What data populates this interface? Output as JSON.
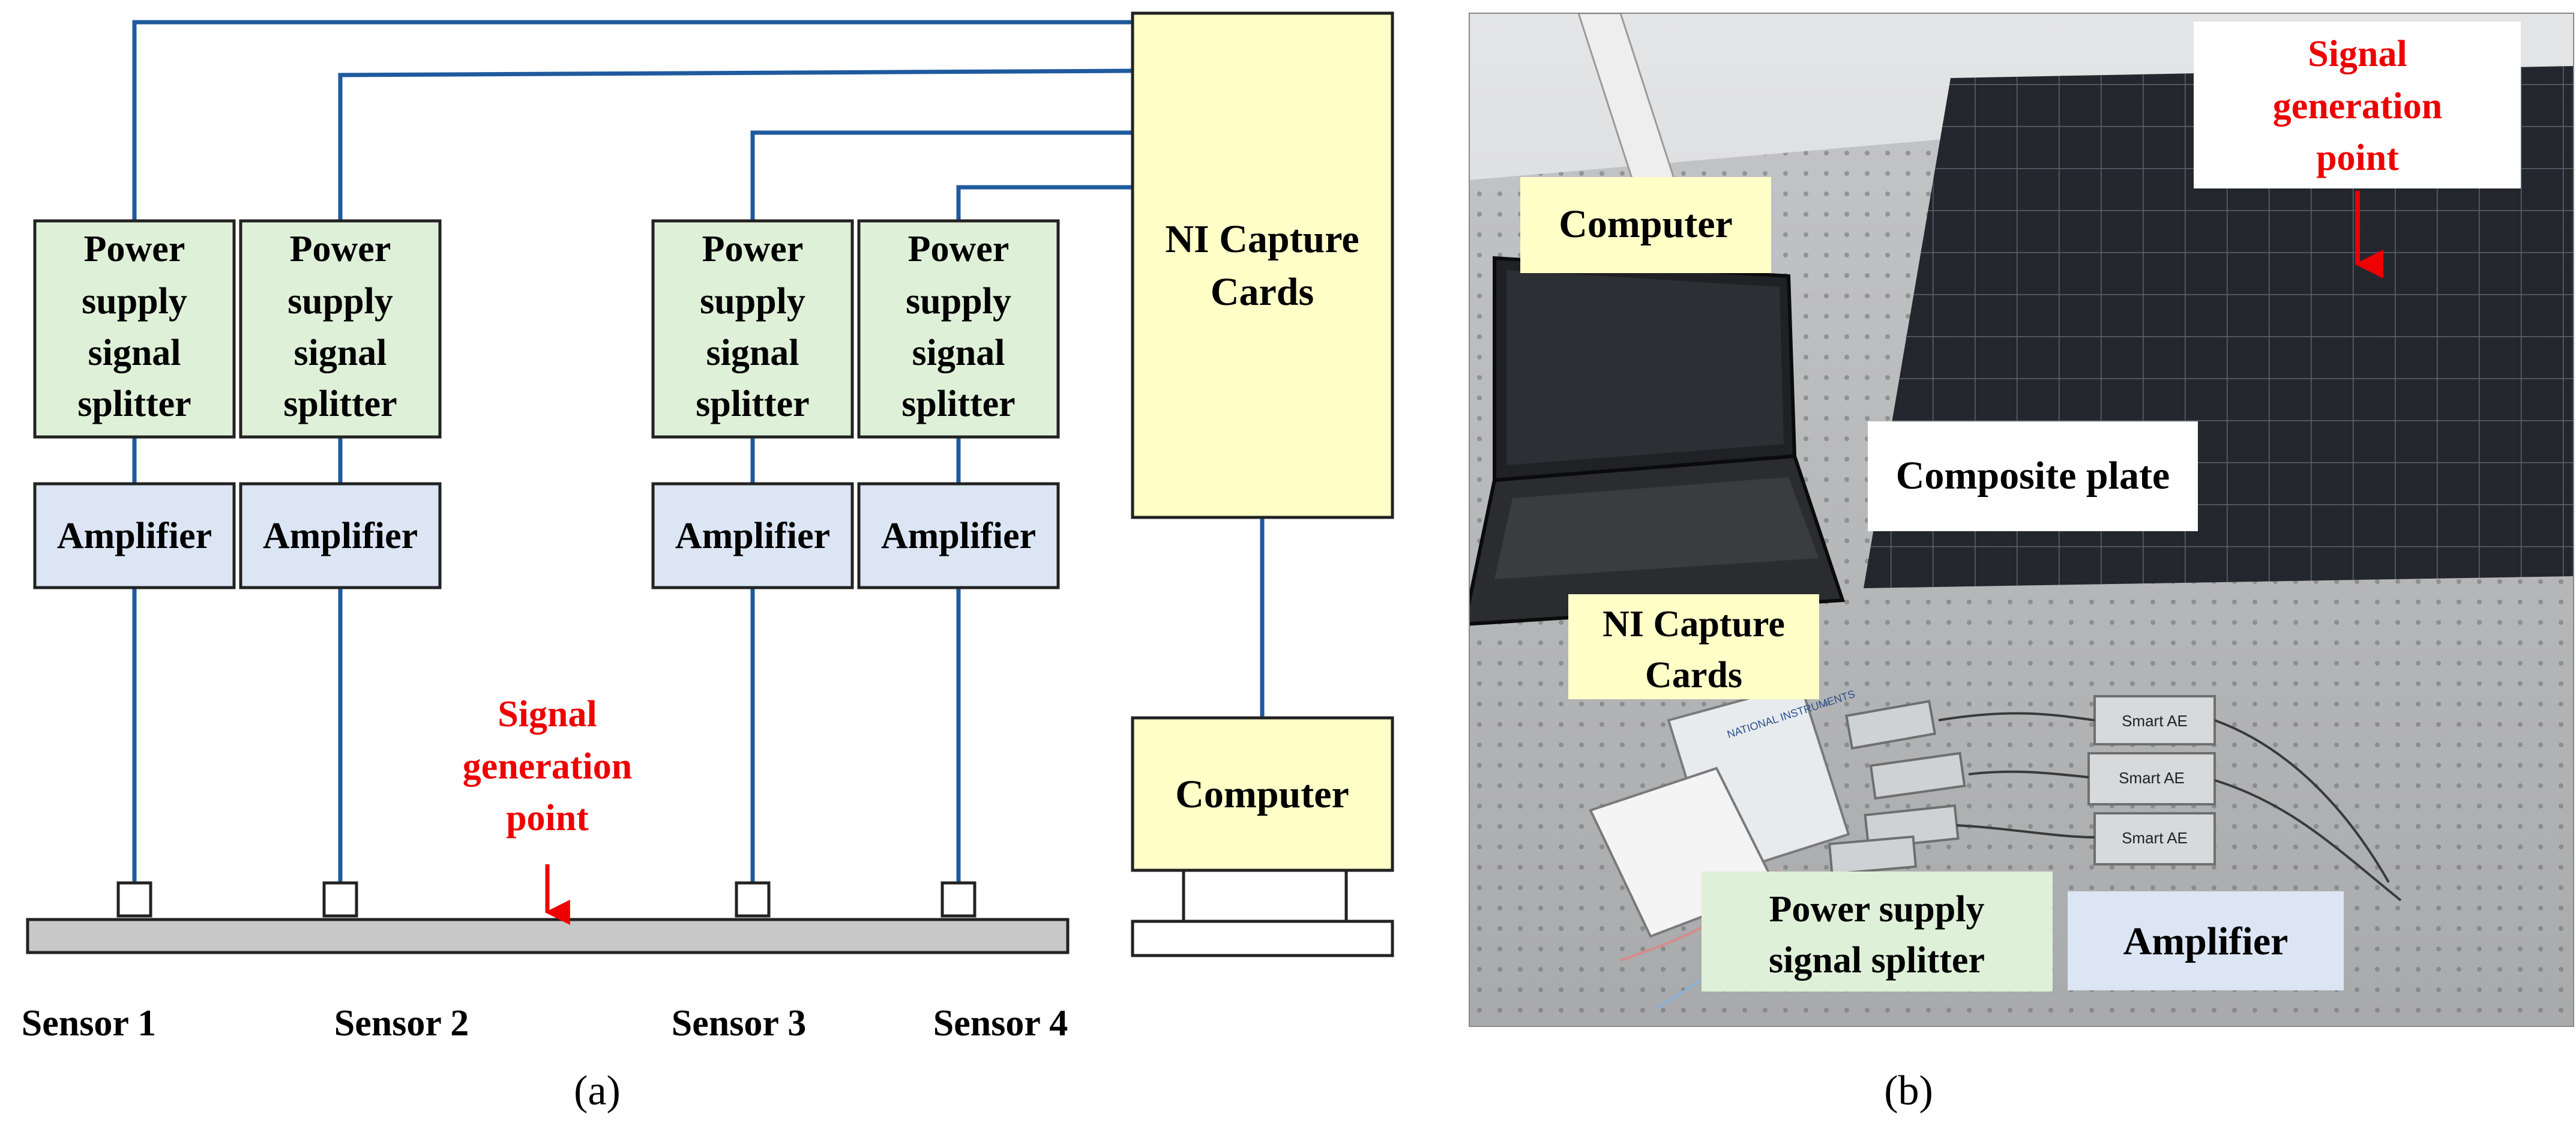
{
  "panel_a": {
    "caption": "(a)",
    "splitters": [
      [
        "Power",
        "supply",
        "signal",
        "splitter"
      ],
      [
        "Power",
        "supply",
        "signal",
        "splitter"
      ],
      [
        "Power",
        "supply",
        "signal",
        "splitter"
      ],
      [
        "Power",
        "supply",
        "signal",
        "splitter"
      ]
    ],
    "amplifiers": [
      "Amplifier",
      "Amplifier",
      "Amplifier",
      "Amplifier"
    ],
    "capture_card": [
      "NI Capture",
      "Cards"
    ],
    "computer": "Computer",
    "signal_point": [
      "Signal",
      "generation",
      "point"
    ],
    "sensors": [
      "Sensor 1",
      "Sensor 2",
      "Sensor 3",
      "Sensor 4"
    ]
  },
  "panel_b": {
    "caption": "(b)",
    "labels": {
      "signal_point": [
        "Signal",
        "generation",
        "point"
      ],
      "computer": "Computer",
      "composite_plate": "Composite plate",
      "capture_card": [
        "NI Capture",
        "Cards"
      ],
      "splitter": [
        "Power supply",
        "signal splitter"
      ],
      "amplifier": "Amplifier"
    },
    "device_labels": [
      "Smart AE",
      "Smart AE",
      "Smart AE"
    ],
    "card_brand": "NATIONAL INSTRUMENTS"
  },
  "colors": {
    "wire": "#1f5a9e",
    "splitter_fill": "#dff0d8",
    "amplifier_fill": "#dbe5f4",
    "capture_fill": "#ffffc8",
    "highlight_red": "#ee0000",
    "plate_fill": "#c8c8c8"
  }
}
